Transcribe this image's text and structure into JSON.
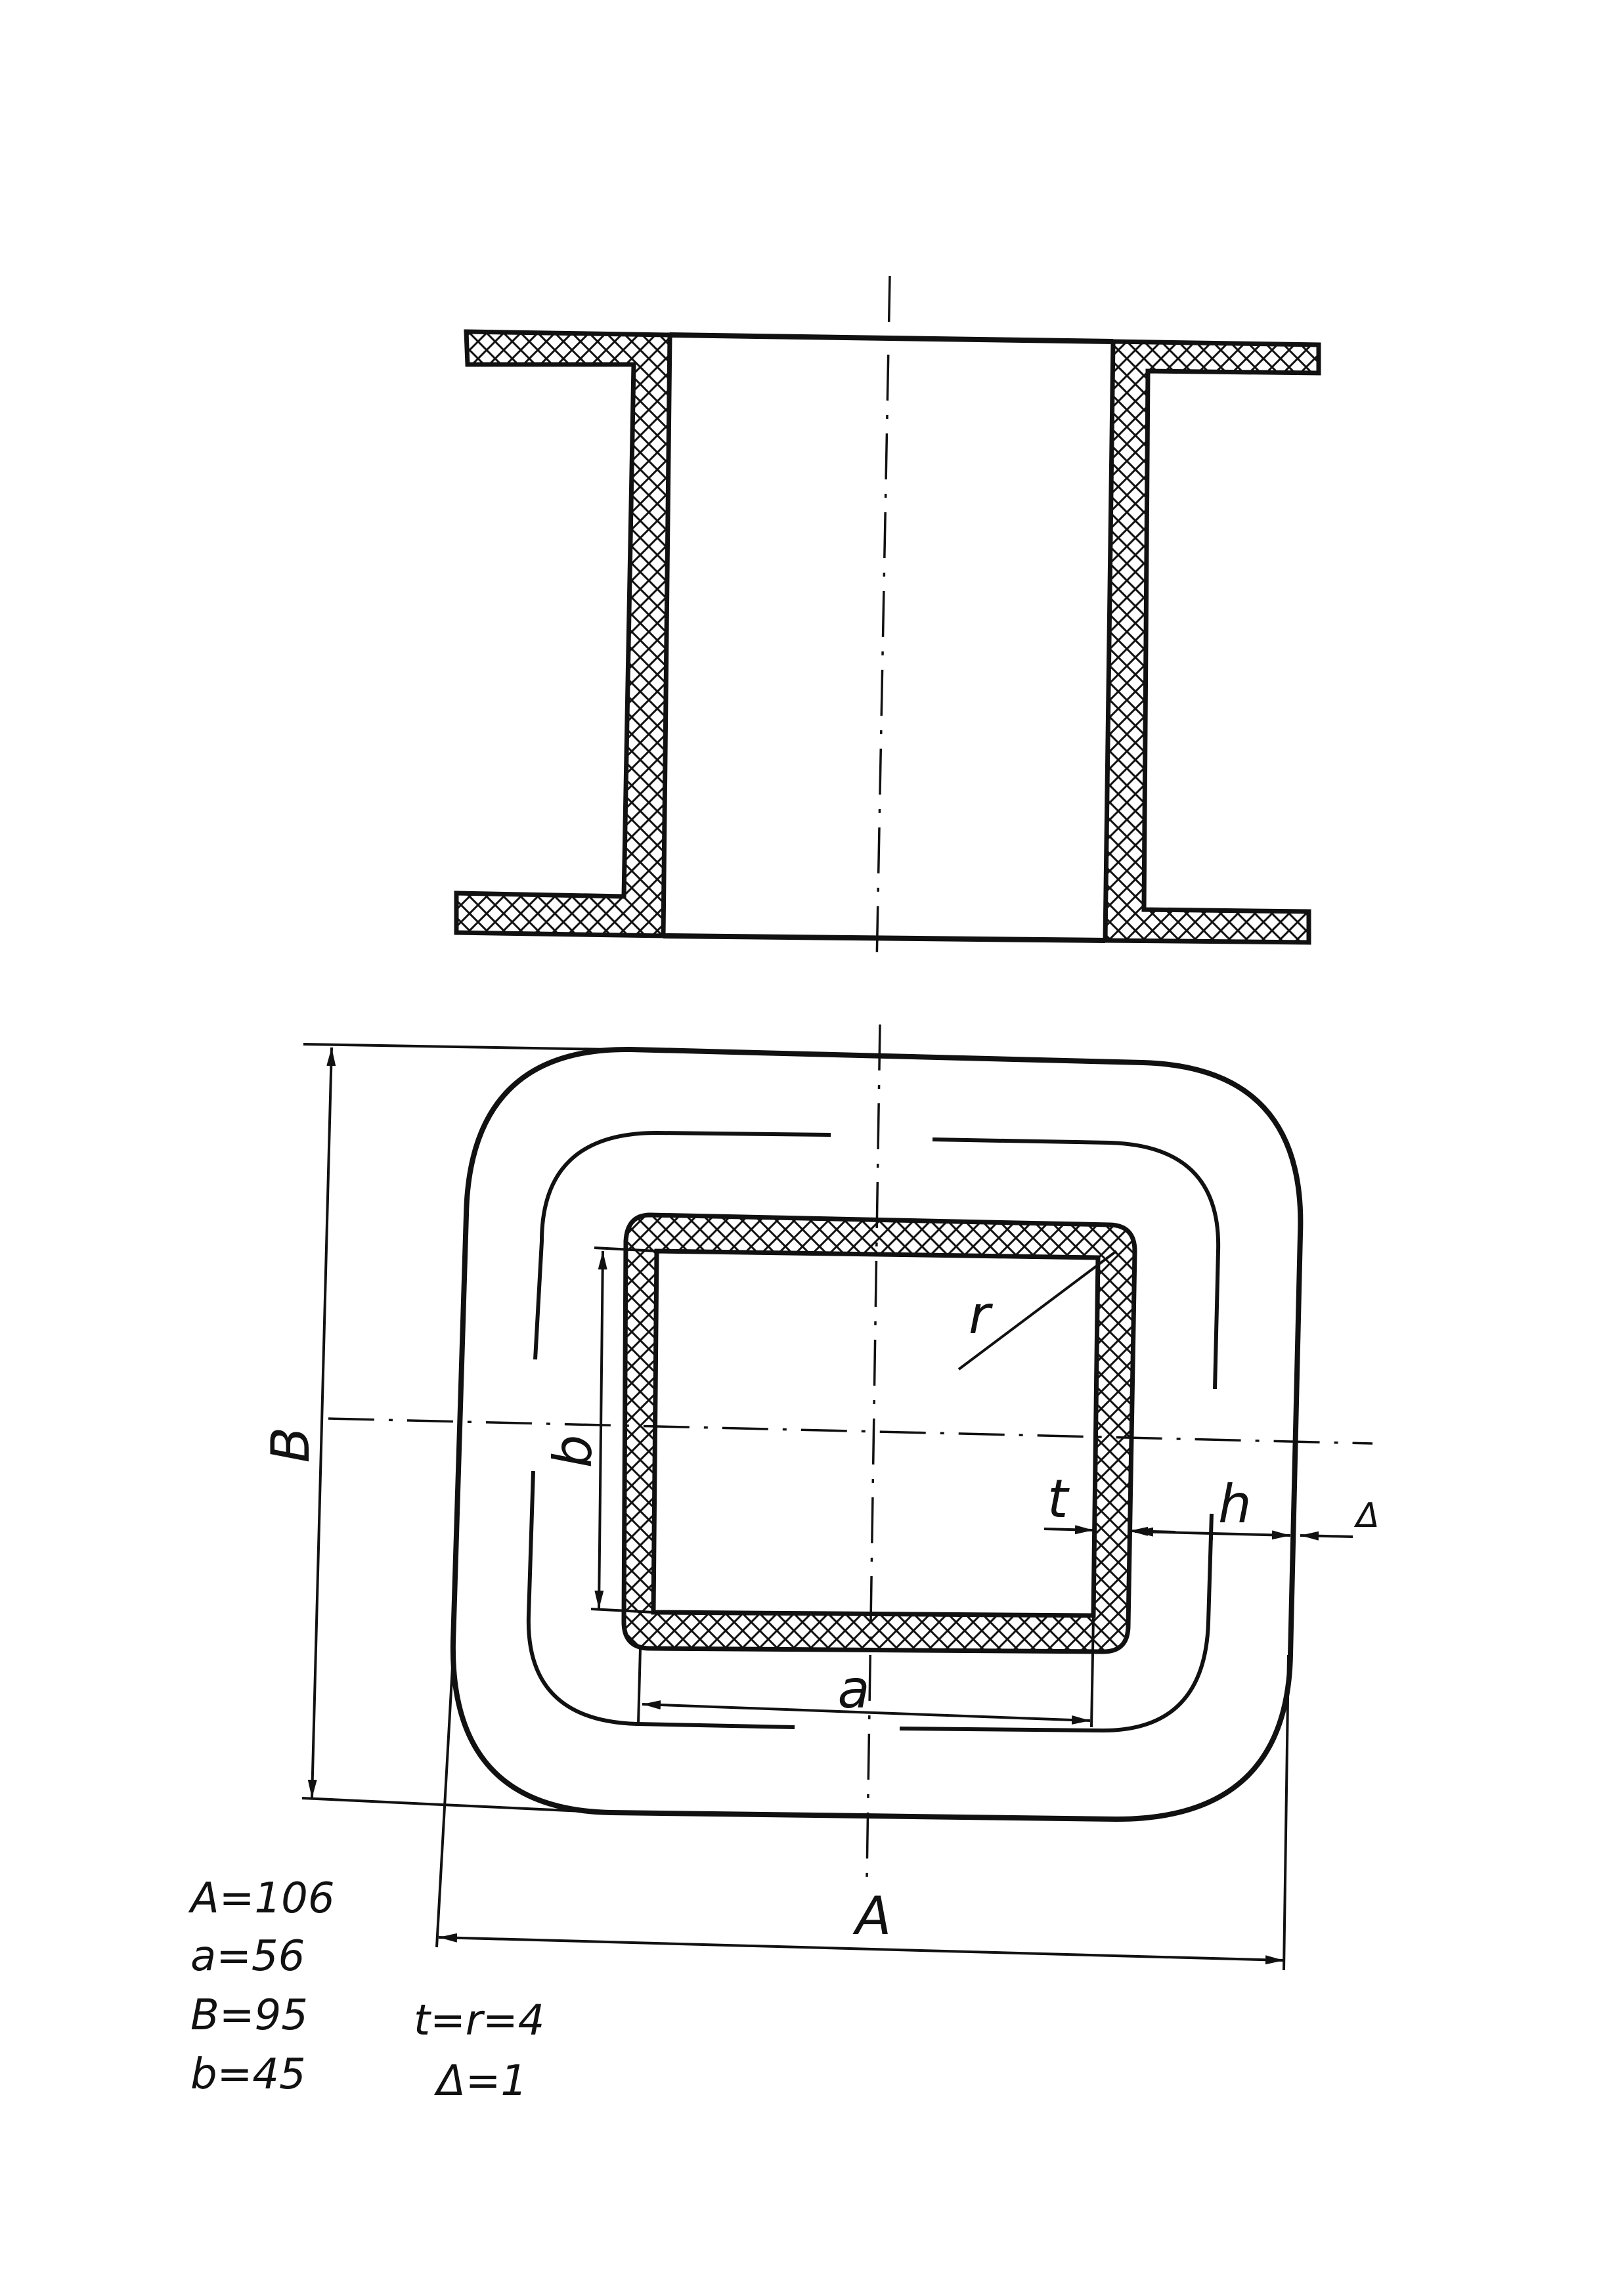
{
  "drawing": {
    "labels": {
      "B": "B",
      "b": "b",
      "r": "r",
      "t": "t",
      "h": "h",
      "delta": "Δ",
      "a": "a",
      "A": "A"
    },
    "parameters": {
      "A": "A=106",
      "a": "a=56",
      "B": "B=95",
      "b": "b=45",
      "t_r": "t=r=4",
      "delta": "Δ=1"
    },
    "colors": {
      "ink": "#111111",
      "paper": "#ffffff"
    }
  }
}
